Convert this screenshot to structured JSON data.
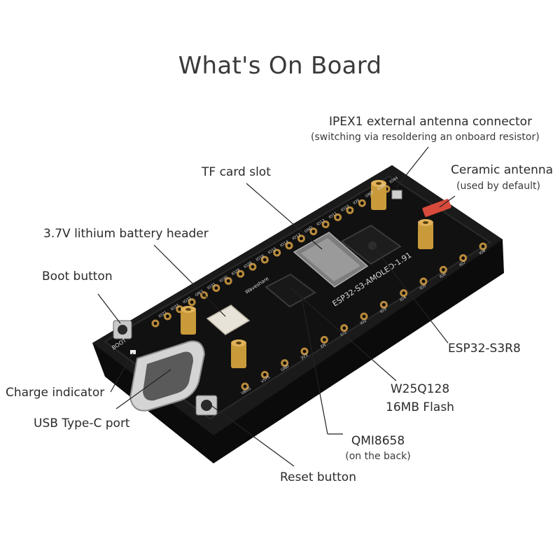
{
  "title": "What's On Board",
  "labels": {
    "ipex_main": "IPEX1 external antenna connector",
    "ipex_sub": "(switching via resoldering an onboard resistor)",
    "ceramic_main": "Ceramic antenna",
    "ceramic_sub": "(used by default)",
    "tf": "TF card slot",
    "battery": "3.7V lithium battery header",
    "boot": "Boot button",
    "charge": "Charge indicator",
    "usb": "USB Type-C port",
    "esp": "ESP32-S3R8",
    "flash_main": "W25Q128",
    "flash_sub": "16MB Flash",
    "qmi_main": "QMI8658",
    "qmi_sub": "(on the back)",
    "reset": "Reset button"
  },
  "silkscreen": {
    "model": "ESP32-S3-AMOLED-1.91",
    "boot_text": "BOOT",
    "brand": "Waveshare",
    "top_pins": [
      "IO21",
      "IO33",
      "IO32",
      "GND",
      "IO31",
      "IO30",
      "IO29",
      "IO28",
      "IO16",
      "IO15",
      "IO14",
      "IO13",
      "GND",
      "IO12",
      "IO11",
      "IO10",
      "IO9",
      "GND",
      "IO45",
      "IO44"
    ],
    "bottom_pins": [
      "VBUS",
      "VSYS",
      "GND",
      "3V3",
      "EN",
      "IO1",
      "IO2",
      "IO3",
      "IO4",
      "IO5",
      "IO6",
      "IO7",
      "IO8"
    ]
  },
  "colors": {
    "board": "#111111",
    "board_edge": "#2a2a2a",
    "pad_ring": "#b88a3c",
    "brass": "#c99a3a",
    "silk": "#d8d8d8",
    "antenna": "#d84a3c",
    "leader": "#222222"
  }
}
